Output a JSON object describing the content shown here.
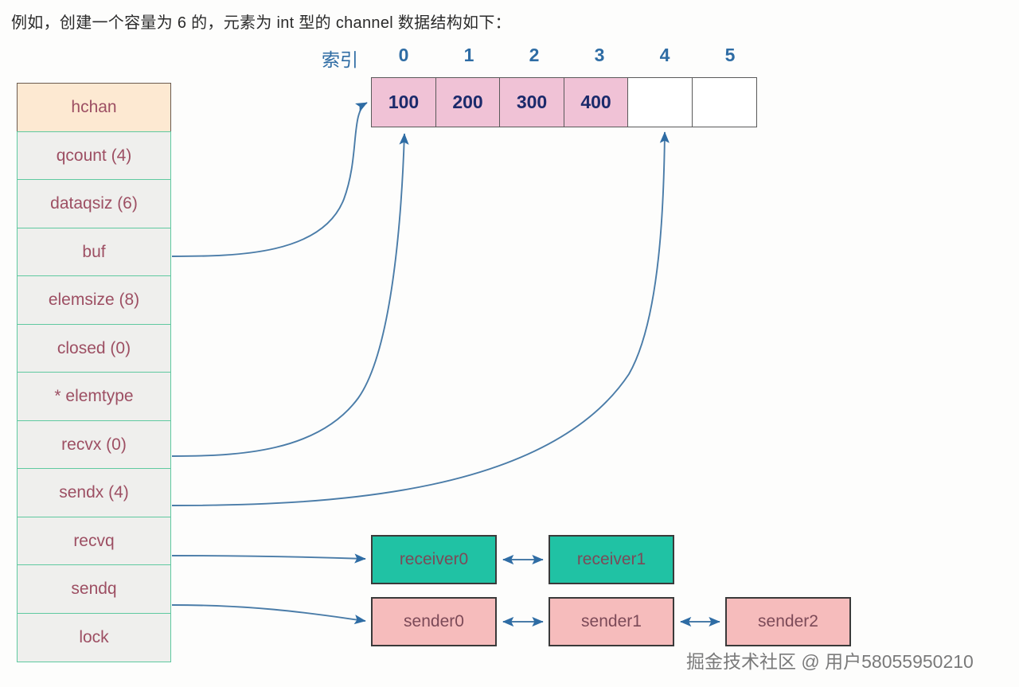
{
  "caption": "例如，创建一个容量为 6 的，元素为 int 型的 channel 数据结构如下：",
  "struct": {
    "header": "hchan",
    "fields": [
      {
        "label": "qcount (4)"
      },
      {
        "label": "dataqsiz (6)"
      },
      {
        "label": "buf"
      },
      {
        "label": "elemsize (8)"
      },
      {
        "label": "closed (0)"
      },
      {
        "label": "* elemtype"
      },
      {
        "label": "recvx (0)"
      },
      {
        "label": "sendx (4)"
      },
      {
        "label": "recvq"
      },
      {
        "label": "sendq"
      },
      {
        "label": "lock"
      }
    ]
  },
  "buffer": {
    "index_label": "索引",
    "indices": [
      "0",
      "1",
      "2",
      "3",
      "4",
      "5"
    ],
    "cells": [
      {
        "value": "100",
        "filled": true
      },
      {
        "value": "200",
        "filled": true
      },
      {
        "value": "300",
        "filled": true
      },
      {
        "value": "400",
        "filled": true
      },
      {
        "value": "",
        "filled": false
      },
      {
        "value": "",
        "filled": false
      }
    ]
  },
  "recvq": {
    "items": [
      "receiver0",
      "receiver1"
    ]
  },
  "sendq": {
    "items": [
      "sender0",
      "sender1",
      "sender2"
    ]
  },
  "watermark": "掘金技术社区 @ 用户58055950210",
  "colors": {
    "header_fill": "#fde9d2",
    "field_fill": "#efefed",
    "field_border": "#5fc9a0",
    "field_text": "#9d4f63",
    "cell_filled": "#f0c2d6",
    "cell_border": "#5a5a5a",
    "cell_text": "#1b2a6b",
    "index_text": "#2e6ca4",
    "receiver_fill": "#20c2a4",
    "sender_fill": "#f6bcbc",
    "arrow": "#3f78a8"
  }
}
